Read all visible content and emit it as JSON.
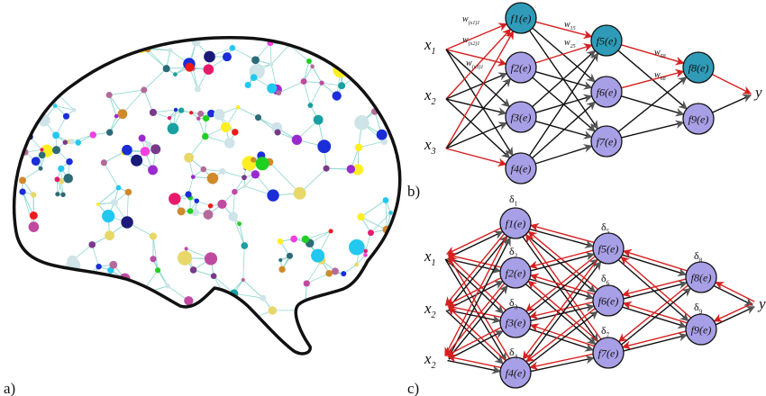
{
  "panels": {
    "a": {
      "label": "a)"
    },
    "b": {
      "label": "b)"
    },
    "c": {
      "label": "c)"
    }
  },
  "network_b": {
    "inputs": [
      "x1",
      "x2",
      "x3"
    ],
    "input_labels": [
      {
        "base": "x",
        "sub": "1"
      },
      {
        "base": "x",
        "sub": "2"
      },
      {
        "base": "x",
        "sub": "3"
      }
    ],
    "layer1": [
      "f1(e)",
      "f2(e)",
      "f3(e)",
      "f4(e)"
    ],
    "layer2": [
      "f5(e)",
      "f6(e)",
      "f7(e)"
    ],
    "layer3": [
      "f8(e)",
      "f9(e)"
    ],
    "output": "y",
    "weights": [
      {
        "base": "w",
        "sub": "(x1)1"
      },
      {
        "base": "w",
        "sub": "(x2)1"
      },
      {
        "base": "w",
        "sub": "(x3)1"
      },
      {
        "base": "w",
        "sub": "15"
      },
      {
        "base": "w",
        "sub": "25"
      },
      {
        "base": "w",
        "sub": "58"
      },
      {
        "base": "w",
        "sub": "68"
      }
    ],
    "highlighted_nodes": [
      "f1(e)",
      "f5(e)",
      "f8(e)"
    ]
  },
  "network_c": {
    "input_labels": [
      {
        "base": "x",
        "sub": "1"
      },
      {
        "base": "x",
        "sub": "2"
      },
      {
        "base": "x",
        "sub": "2"
      }
    ],
    "layer1": [
      "f1(e)",
      "f2(e)",
      "f3(e)",
      "f4(e)"
    ],
    "layer2": [
      "f5(e)",
      "f6(e)",
      "f7(e)"
    ],
    "layer3": [
      "f8(e)",
      "f9(e)"
    ],
    "output": "y",
    "deltas": [
      {
        "base": "δ",
        "sub": "1"
      },
      {
        "base": "δ",
        "sub": "2"
      },
      {
        "base": "δ",
        "sub": "3"
      },
      {
        "base": "δ",
        "sub": "4"
      },
      {
        "base": "δ",
        "sub": "5"
      },
      {
        "base": "δ",
        "sub": "6"
      },
      {
        "base": "δ",
        "sub": "7"
      },
      {
        "base": "δ",
        "sub": "8"
      },
      {
        "base": "δ",
        "sub": "9"
      }
    ]
  },
  "colors": {
    "node_fill": "#a7a0e6",
    "node_highlight": "#2f9bb8",
    "forward_edge": "#111111",
    "highlight_edge": "#d62020",
    "backprop_edge": "#d62020",
    "brain_outline": "#111111",
    "brain_mesh": "#8fd8d0",
    "brain_palette": [
      "#e8196b",
      "#1a2dd8",
      "#20d020",
      "#ffee22",
      "#f01a1a",
      "#2d6b78",
      "#9a2ad0",
      "#7a3a8a",
      "#e8d86a",
      "#b56a9a",
      "#1a1a7a",
      "#d08a2a",
      "#22c8f0",
      "#f040e0",
      "#c04aa0",
      "#1aa0a0"
    ]
  }
}
